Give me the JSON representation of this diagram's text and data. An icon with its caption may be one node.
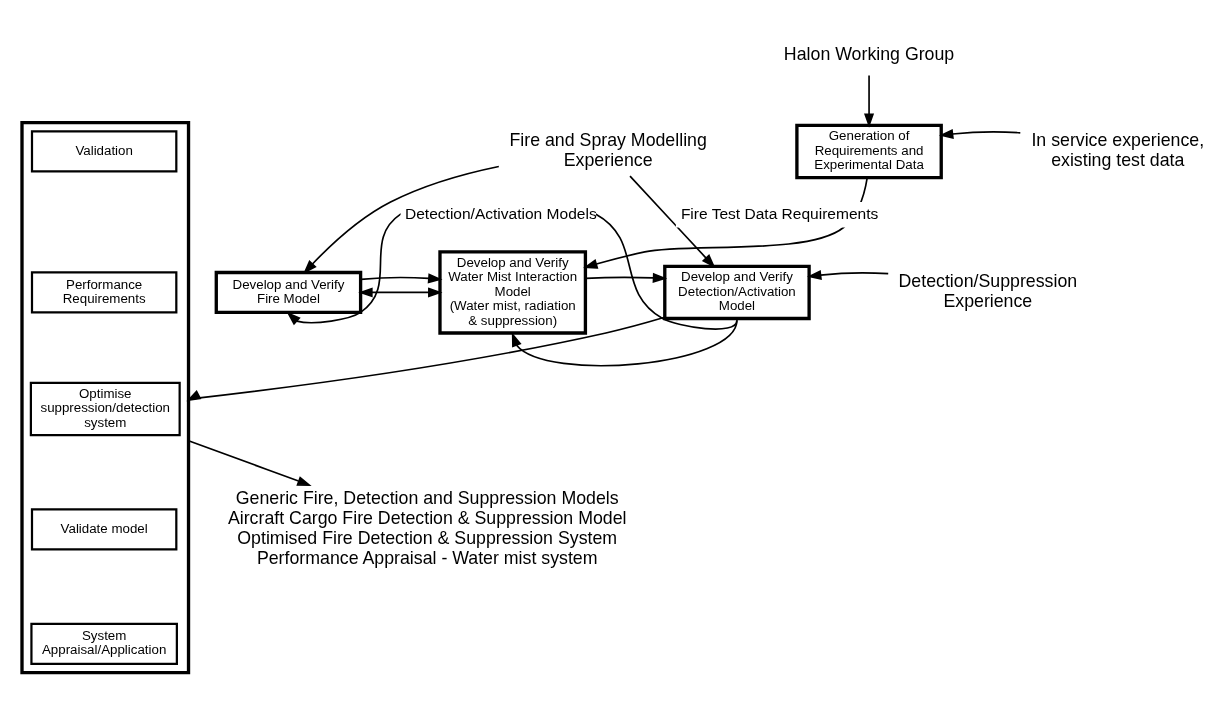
{
  "diagram": {
    "nodes": [
      {
        "text": [
          "Halon Working Group"
        ]
      },
      {
        "text": [
          "Generation of Requirements and Experimental Data"
        ]
      },
      {
        "text": [
          "In service experience, existing test data"
        ]
      },
      {
        "text": [
          "Fire and Spray Modelling Experience"
        ]
      },
      {
        "text": [
          "Develop and Verify Fire Model"
        ]
      },
      {
        "text": [
          "Develop and Verify Water Mist Interaction Model",
          "(Water mist, radiation & suppression)"
        ]
      },
      {
        "text": [
          "Develop and Verify Detection/Activation Model"
        ]
      },
      {
        "text": [
          "Detection/Suppression Experience"
        ]
      },
      {
        "text": [],
        "shape": "box"
      },
      {
        "text": [
          "Validation"
        ],
        "in": 8
      },
      {
        "text": [
          "Performance Requirements"
        ],
        "in": 8
      },
      {
        "text": [
          "Optimise suppression/detection system"
        ],
        "in": 8
      },
      {
        "text": [
          "Validate model"
        ],
        "in": 8
      },
      {
        "text": [
          "System Appraisal/Application"
        ],
        "in": 8
      },
      {
        "text": [
          "Generic Fire, Detection and Suppression Models",
          "Aircraft Cargo Fire Detection & Suppression Model",
          "Optimised Fire Detection & Suppression System",
          "Performance Appraisal - Water mist system"
        ]
      }
    ],
    "edges": [
      {
        "from": 0,
        "to": 1,
        "arrow": "to"
      },
      {
        "from": 2,
        "to": 1,
        "arrow": "to"
      },
      {
        "from": 1,
        "to": 5,
        "arrow": "to"
      },
      {
        "from": 3,
        "to": 4,
        "arrow": "to"
      },
      {
        "from": 3,
        "to": 6,
        "arrow": "to",
        "label": "Fire Test Data Requirements"
      },
      {
        "from": 4,
        "to": 5,
        "arrow": "both"
      },
      {
        "from": 4,
        "to": 5,
        "arrow": "to"
      },
      {
        "from": 5,
        "to": 6,
        "arrow": "to"
      },
      {
        "from": 7,
        "to": 6,
        "arrow": "to"
      },
      {
        "from": 6,
        "to": 4,
        "arrow": "to",
        "label": "Detection/Activation Models"
      },
      {
        "from": 6,
        "to": 5,
        "arrow": "to"
      },
      {
        "from": 6,
        "to": 8,
        "arrow": "to"
      },
      {
        "from": 8,
        "to": 14,
        "arrow": "to"
      }
    ]
  }
}
